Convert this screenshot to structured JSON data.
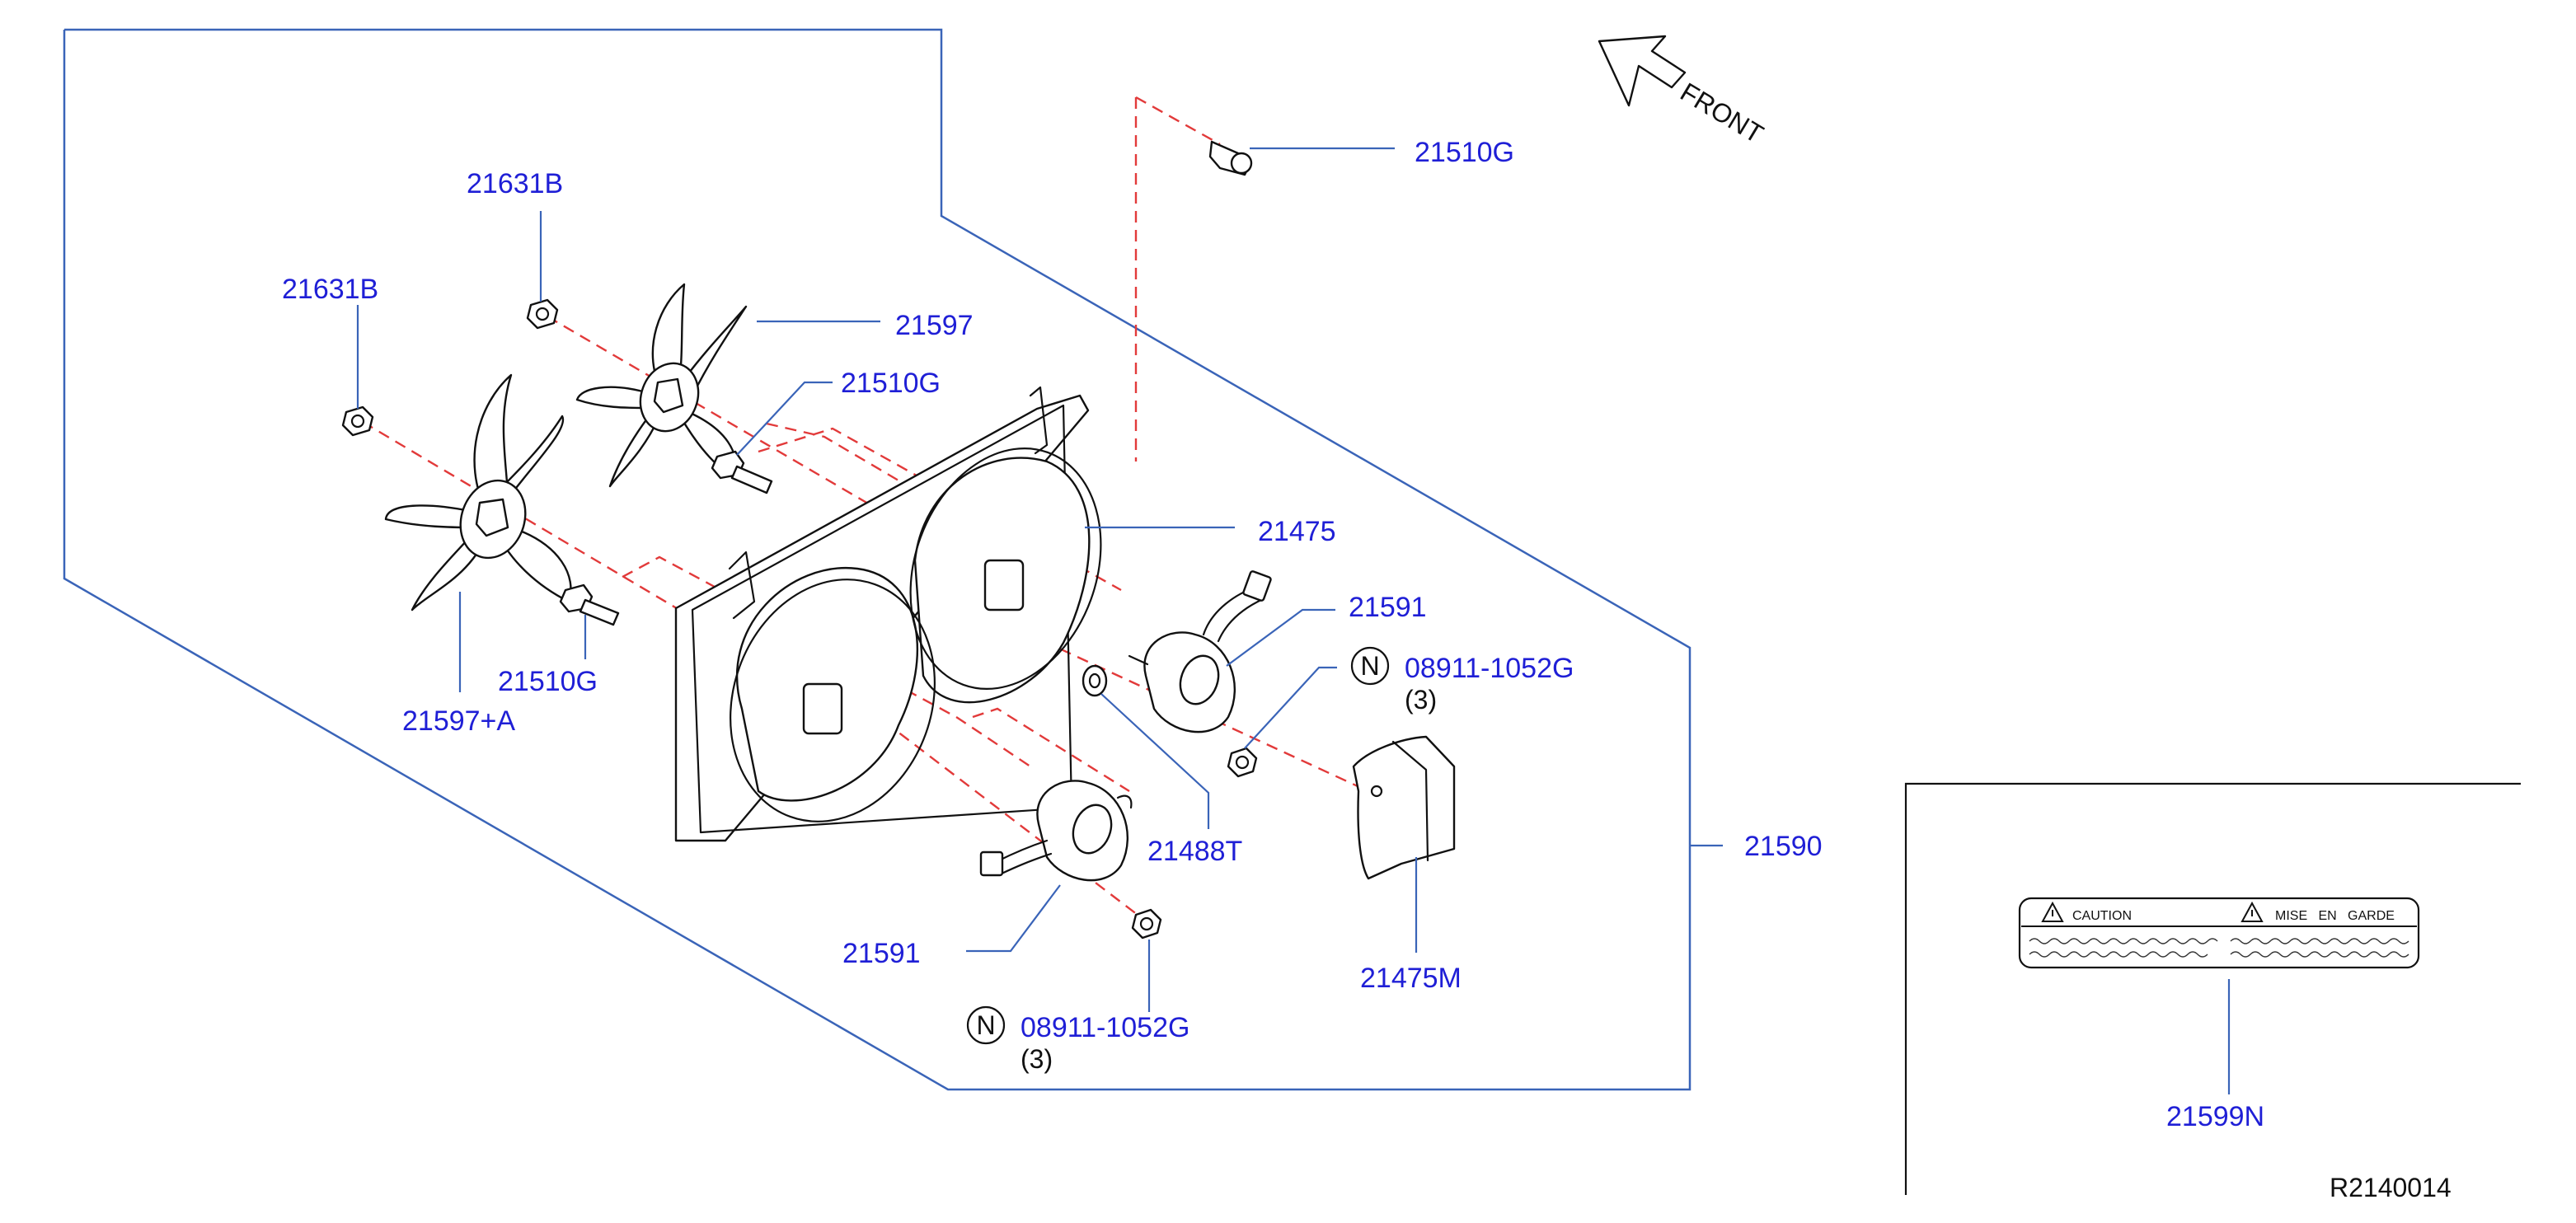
{
  "front_label": "FRONT",
  "callouts": [
    {
      "id": "c1",
      "text": "21510G"
    },
    {
      "id": "c2",
      "text": "21631B"
    },
    {
      "id": "c3",
      "text": "21631B"
    },
    {
      "id": "c4",
      "text": "21597"
    },
    {
      "id": "c5",
      "text": "21510G"
    },
    {
      "id": "c6",
      "text": "21475"
    },
    {
      "id": "c7",
      "text": "21591"
    },
    {
      "id": "c8",
      "text": "08911-1052G"
    },
    {
      "id": "c9",
      "text": "21510G"
    },
    {
      "id": "c10",
      "text": "21597+A"
    },
    {
      "id": "c11",
      "text": "21488T"
    },
    {
      "id": "c12",
      "text": "21590"
    },
    {
      "id": "c13",
      "text": "21591"
    },
    {
      "id": "c14",
      "text": "21475M"
    },
    {
      "id": "c15",
      "text": "08911-1052G"
    },
    {
      "id": "c16",
      "text": "21599N"
    }
  ],
  "qty_notes": [
    "(3)",
    "(3)"
  ],
  "nut_symbol": "N",
  "label_card": {
    "caution_left": "CAUTION",
    "caution_right": "MISE   EN   GARDE"
  },
  "diagram_code": "R2140014"
}
